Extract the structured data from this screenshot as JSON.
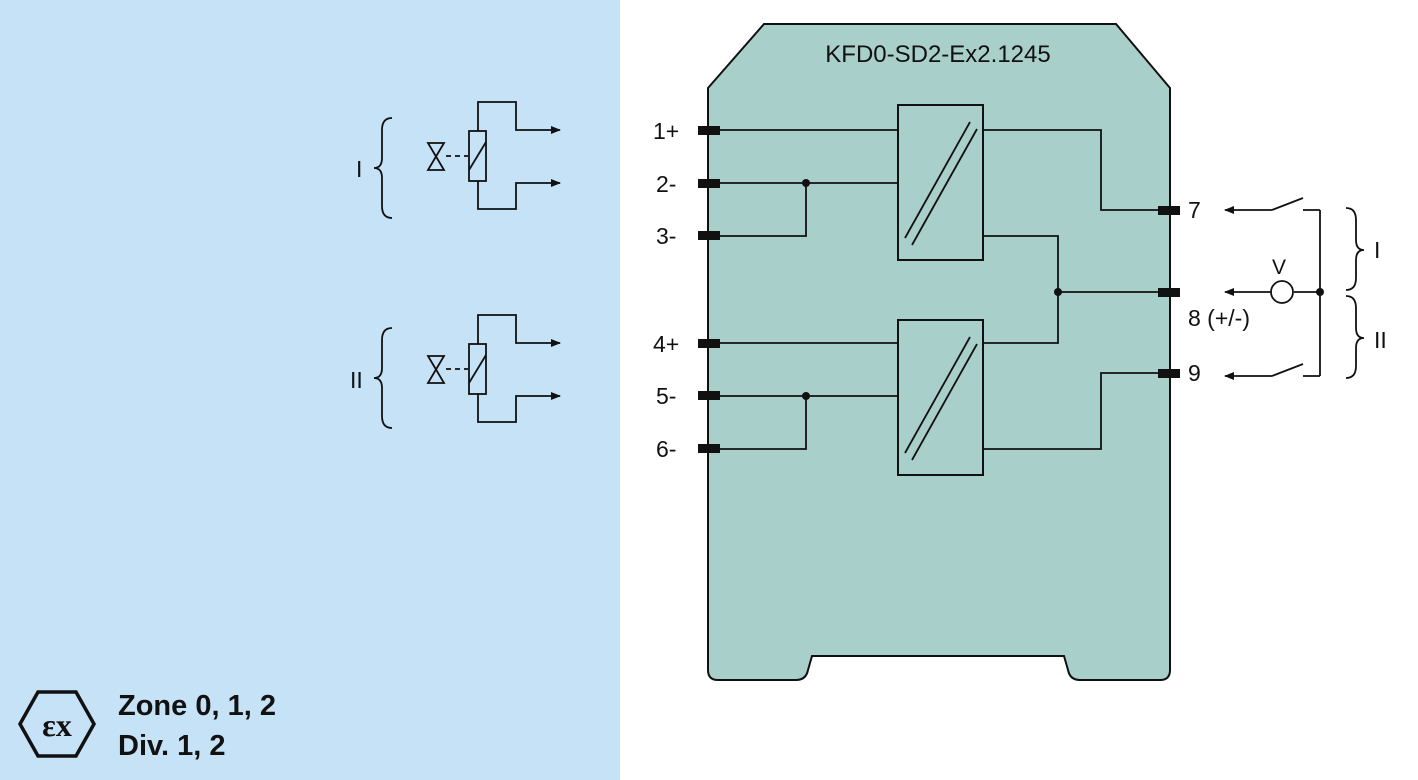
{
  "colors": {
    "hazard_area_bg": "#c6e2f7",
    "module_fill": "#a9cfcb",
    "line": "#111111",
    "page_bg": "#ffffff"
  },
  "module": {
    "title": "KFD0-SD2-Ex2.1245"
  },
  "field_side": {
    "channels": [
      {
        "label": "I",
        "symbol": "solenoid-valve-icon"
      },
      {
        "label": "II",
        "symbol": "solenoid-valve-icon"
      }
    ]
  },
  "input_terminals": [
    {
      "label": "1+"
    },
    {
      "label": "2-"
    },
    {
      "label": "3-"
    },
    {
      "label": "4+"
    },
    {
      "label": "5-"
    },
    {
      "label": "6-"
    }
  ],
  "output_terminals": [
    {
      "label": "7"
    },
    {
      "label": "8 (+/-)"
    },
    {
      "label": "9"
    }
  ],
  "supply": {
    "voltage_label": "V",
    "channel_labels": [
      "I",
      "II"
    ]
  },
  "certification": {
    "symbol": "ex-hazard-icon",
    "symbol_text": "εx",
    "zone_text": "Zone 0, 1, 2",
    "div_text": "Div. 1, 2"
  }
}
